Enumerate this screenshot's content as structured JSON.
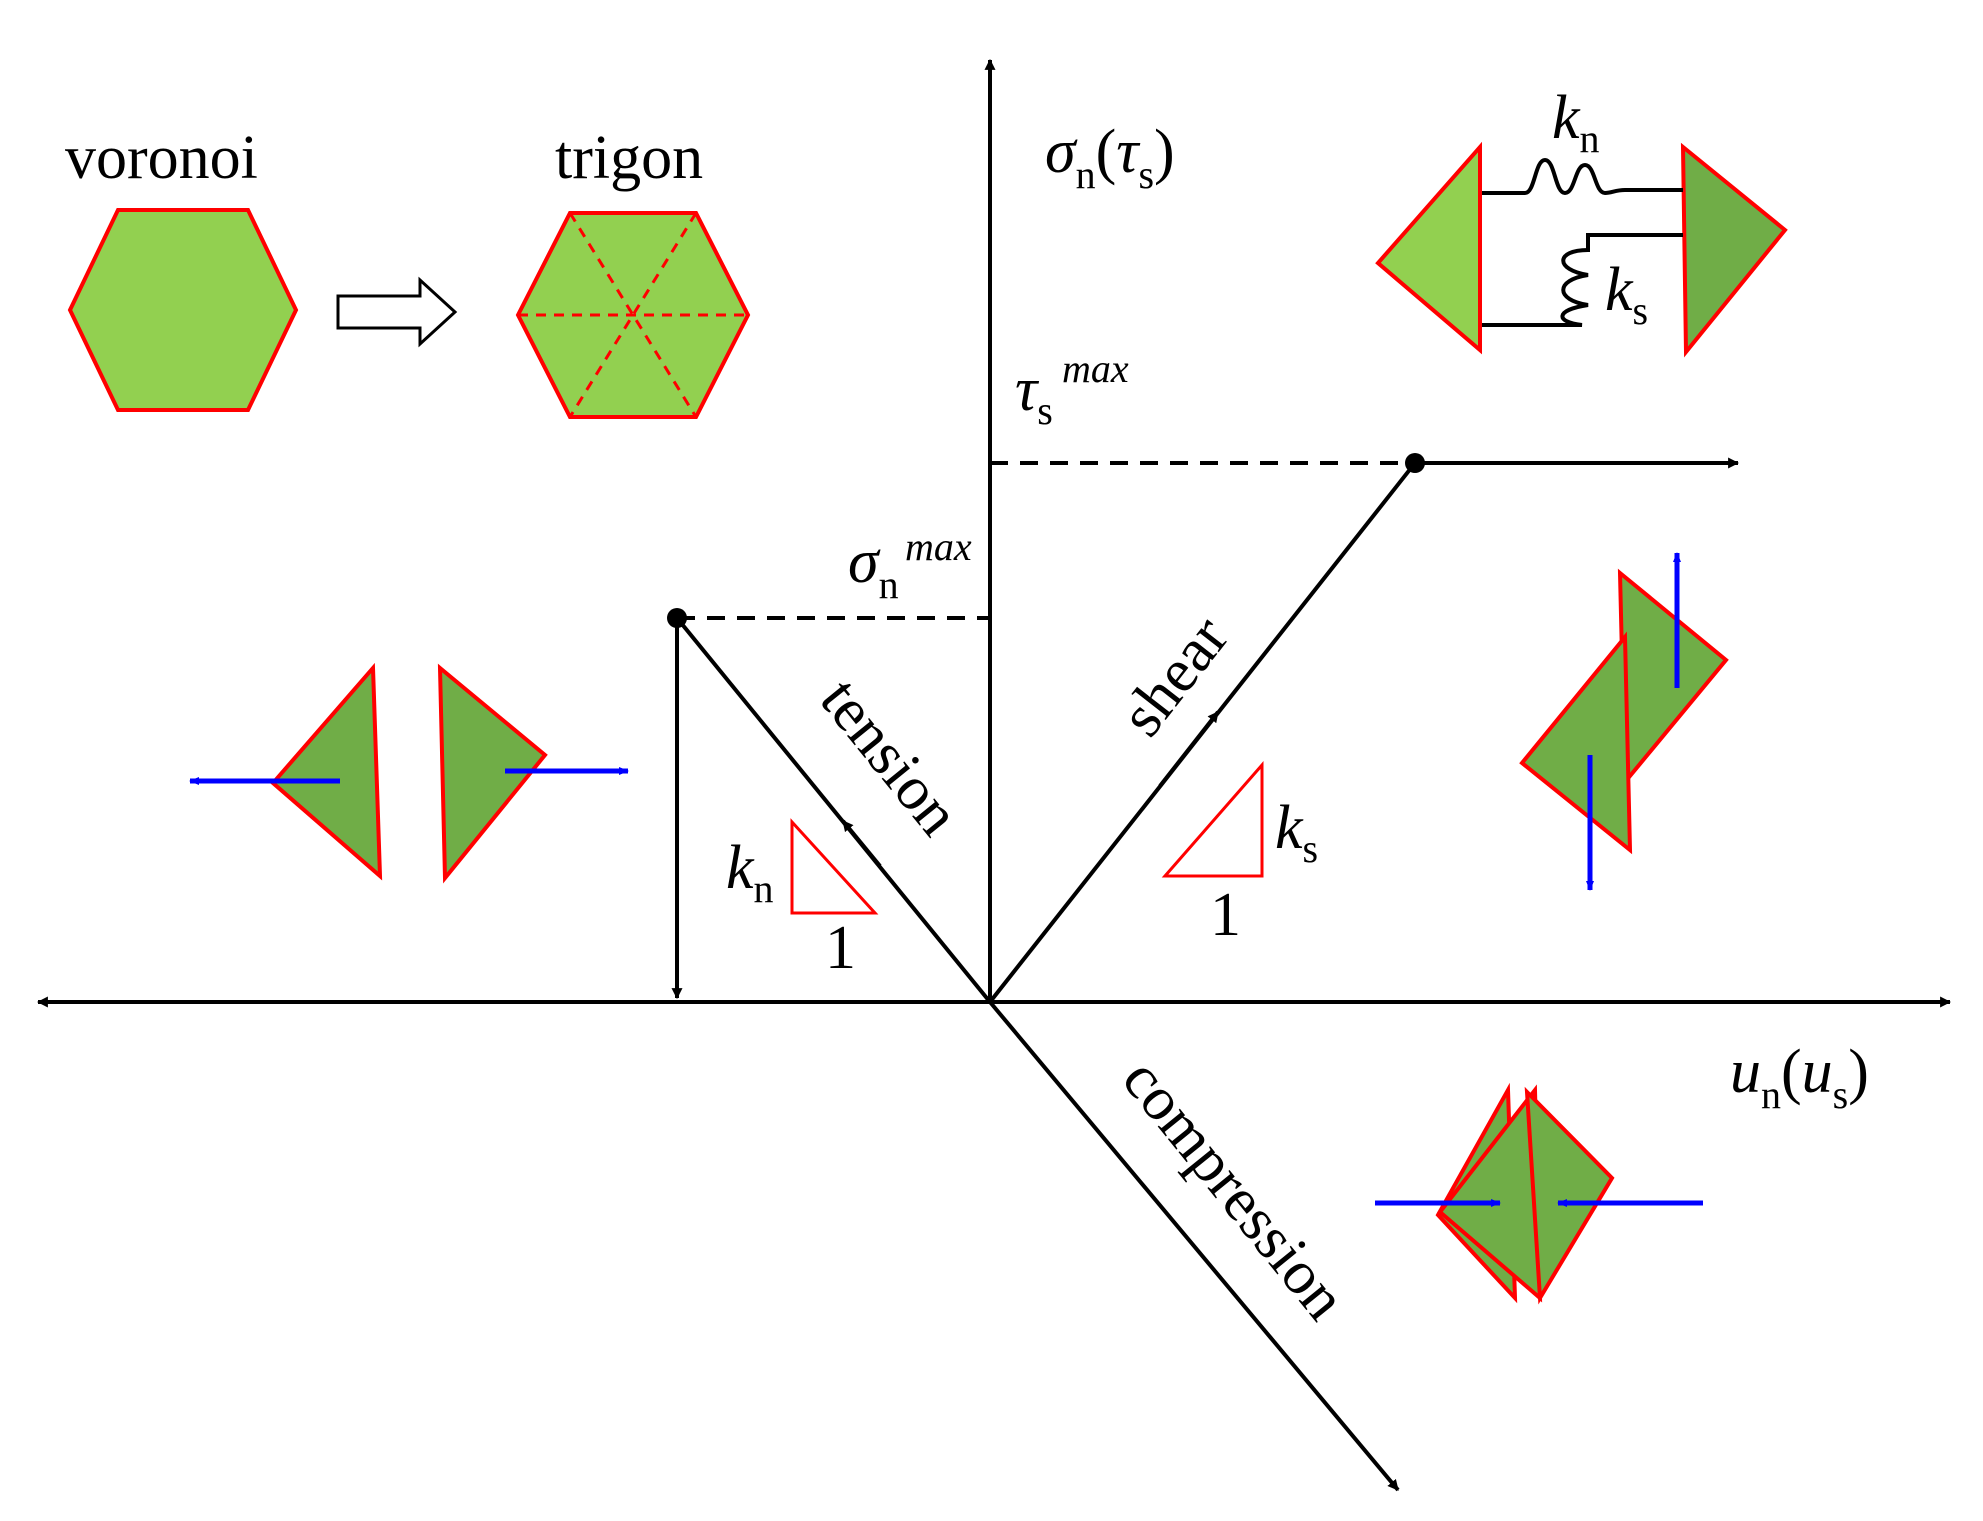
{
  "colors": {
    "light_green": "#92d050",
    "dark_green": "#70ad47",
    "red": "#ff0000",
    "blue": "#0000ff",
    "black": "#000000"
  },
  "labels": {
    "voronoi": "voronoi",
    "trigon": "trigon",
    "y_axis_sym": "σ",
    "y_axis_sub": "n",
    "y_axis_sym2": "τ",
    "y_axis_sub2": "s",
    "x_axis_sym": "u",
    "x_axis_sub": "n",
    "x_axis_sym2": "u",
    "x_axis_sub2": "s",
    "tau_max_sym": "τ",
    "tau_max_sub": "s",
    "tau_max_sup": "max",
    "sigma_max_sym": "σ",
    "sigma_max_sub": "n",
    "sigma_max_sup": "max",
    "shear": "shear",
    "tension": "tension",
    "compression": "compression",
    "kn_sym": "k",
    "kn_sub": "n",
    "ks_sym": "k",
    "ks_sub": "s",
    "one": "1",
    "spring_kn_sym": "k",
    "spring_kn_sub": "n",
    "spring_ks_sym": "k",
    "spring_ks_sub": "s"
  }
}
